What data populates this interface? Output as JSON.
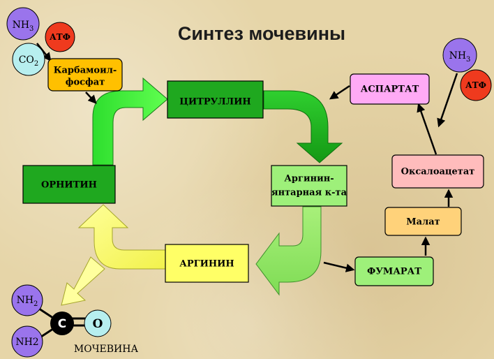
{
  "title": "Синтез мочевины",
  "cycle": {
    "citrulline": "ЦИТРУЛЛИН",
    "argininosuccinate_line1": "Аргинин-",
    "argininosuccinate_line2": "янтарная к-та",
    "arginine": "АРГИНИН",
    "ornithine": "ОРНИТИН"
  },
  "carbamoyl": {
    "line1": "Карбамоил-",
    "line2": "фосфат",
    "nh3": {
      "main": "NH",
      "sub": "3"
    },
    "co2": {
      "main": "CO",
      "sub": "2"
    },
    "atf": "АТФ"
  },
  "aspartate_branch": {
    "aspartate": "АСПАРТАТ",
    "oxaloacetate": "Оксалоацетат",
    "malate": "Малат",
    "fumarate": "ФУМАРАТ",
    "nh3": {
      "main": "NH",
      "sub": "3"
    },
    "atf": "АТФ"
  },
  "urea": {
    "nh2_top": {
      "main": "NH",
      "sub": "2"
    },
    "nh2_bottom": "NH2",
    "carbon": "C",
    "oxygen": "O",
    "label": "МОЧЕВИНА"
  },
  "colors": {
    "dark_green": "#1fa81f",
    "bright_green": "#35f035",
    "light_green": "#9ef07a",
    "yellow": "#ffff66",
    "pale_yellow": "#ffff99",
    "orange": "#ffc000",
    "pink": "#ffaaf5",
    "salmon": "#ffbcbc",
    "malat": "#ffd27a",
    "purple": "#9a74ec",
    "red": "#ef3a1e",
    "cyan": "#b7efef"
  }
}
